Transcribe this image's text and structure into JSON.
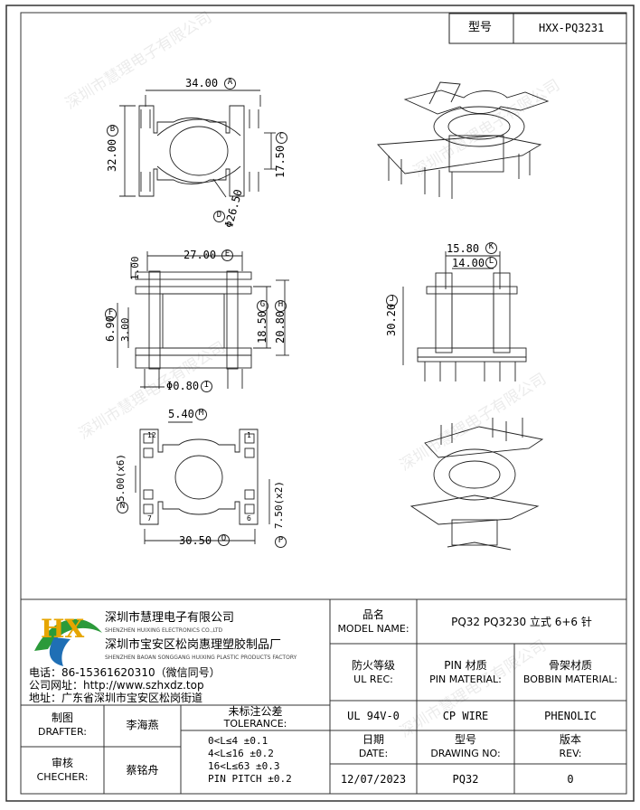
{
  "header": {
    "model_label": "型号",
    "model_value": "HXX-PQ3231"
  },
  "dims": {
    "A": "34.00",
    "A_tag": "A",
    "B": "32.00",
    "B_tag": "B",
    "C": "17.50",
    "C_tag": "C",
    "D": "Φ26.50",
    "D_tag": "D",
    "E": "27.00",
    "E_tag": "E",
    "F": "6.90",
    "F_tag": "F",
    "G": "18.50",
    "G_tag": "G",
    "H": "20.80",
    "H_tag": "H",
    "I": "Φ0.80",
    "I_tag": "I",
    "J": "30.20",
    "J_tag": "J",
    "K": "15.80",
    "K_tag": "K",
    "L": "14.00",
    "L_tag": "L",
    "M": "5.40",
    "M_tag": "M",
    "N": "5.00(x6)",
    "N_tag": "N",
    "O": "30.50",
    "O_tag": "O",
    "P": "7.50(x2)",
    "P_tag": "P",
    "t1": "1.00",
    "t2": "3.00"
  },
  "pins": {
    "p12": "12",
    "p7": "7",
    "p1": "1",
    "p6": "6"
  },
  "watermark": "深圳市慧理电子有限公司",
  "company": {
    "logo_text": "HX",
    "name_cn": "深圳市慧理电子有限公司",
    "name_en": "SHENZHEN HUIXING ELECTRONICS CO.,LTD",
    "factory_cn": "深圳市宝安区松岗惠理塑胶制品厂",
    "factory_en": "SHENZHEN BAOAN SONGGANG HUIXING PLASTIC PRODUCTS FACTORY",
    "phone": "电话：86-15361620310（微信同号）",
    "website": "公司网址：http://www.szhxdz.top",
    "address": "地址：广东省深圳市宝安区松岗街道"
  },
  "title_block": {
    "model_name_cn": "品名",
    "model_name_en": "MODEL NAME:",
    "model_name_value": "PQ32 PQ3230 立式 6+6 针",
    "ul_cn": "防火等级",
    "ul_en": "UL REC:",
    "ul_value": "UL 94V-0",
    "pin_cn": "PIN 材质",
    "pin_en": "PIN MATERIAL:",
    "pin_value": "CP WIRE",
    "bobbin_cn": "骨架材质",
    "bobbin_en": "BOBBIN MATERIAL:",
    "bobbin_value": "PHENOLIC",
    "drafter_cn": "制图",
    "drafter_en": "DRAFTER:",
    "drafter_value": "李海燕",
    "checker_cn": "审核",
    "checker_en": "CHECHER:",
    "checker_value": "蔡铭舟",
    "tol_cn": "未标注公差",
    "tol_en": "TOLERANCE:",
    "tol_1": "0<L≤4  ±0.1",
    "tol_2": "4<L≤16 ±0.2",
    "tol_3": "16<L≤63 ±0.3",
    "tol_4": "PIN PITCH ±0.2",
    "date_cn": "日期",
    "date_en": "DATE:",
    "date_value": "12/07/2023",
    "drawing_cn": "型号",
    "drawing_en": "DRAWING NO:",
    "drawing_value": "PQ32",
    "rev_cn": "版本",
    "rev_en": "REV:",
    "rev_value": "0"
  }
}
